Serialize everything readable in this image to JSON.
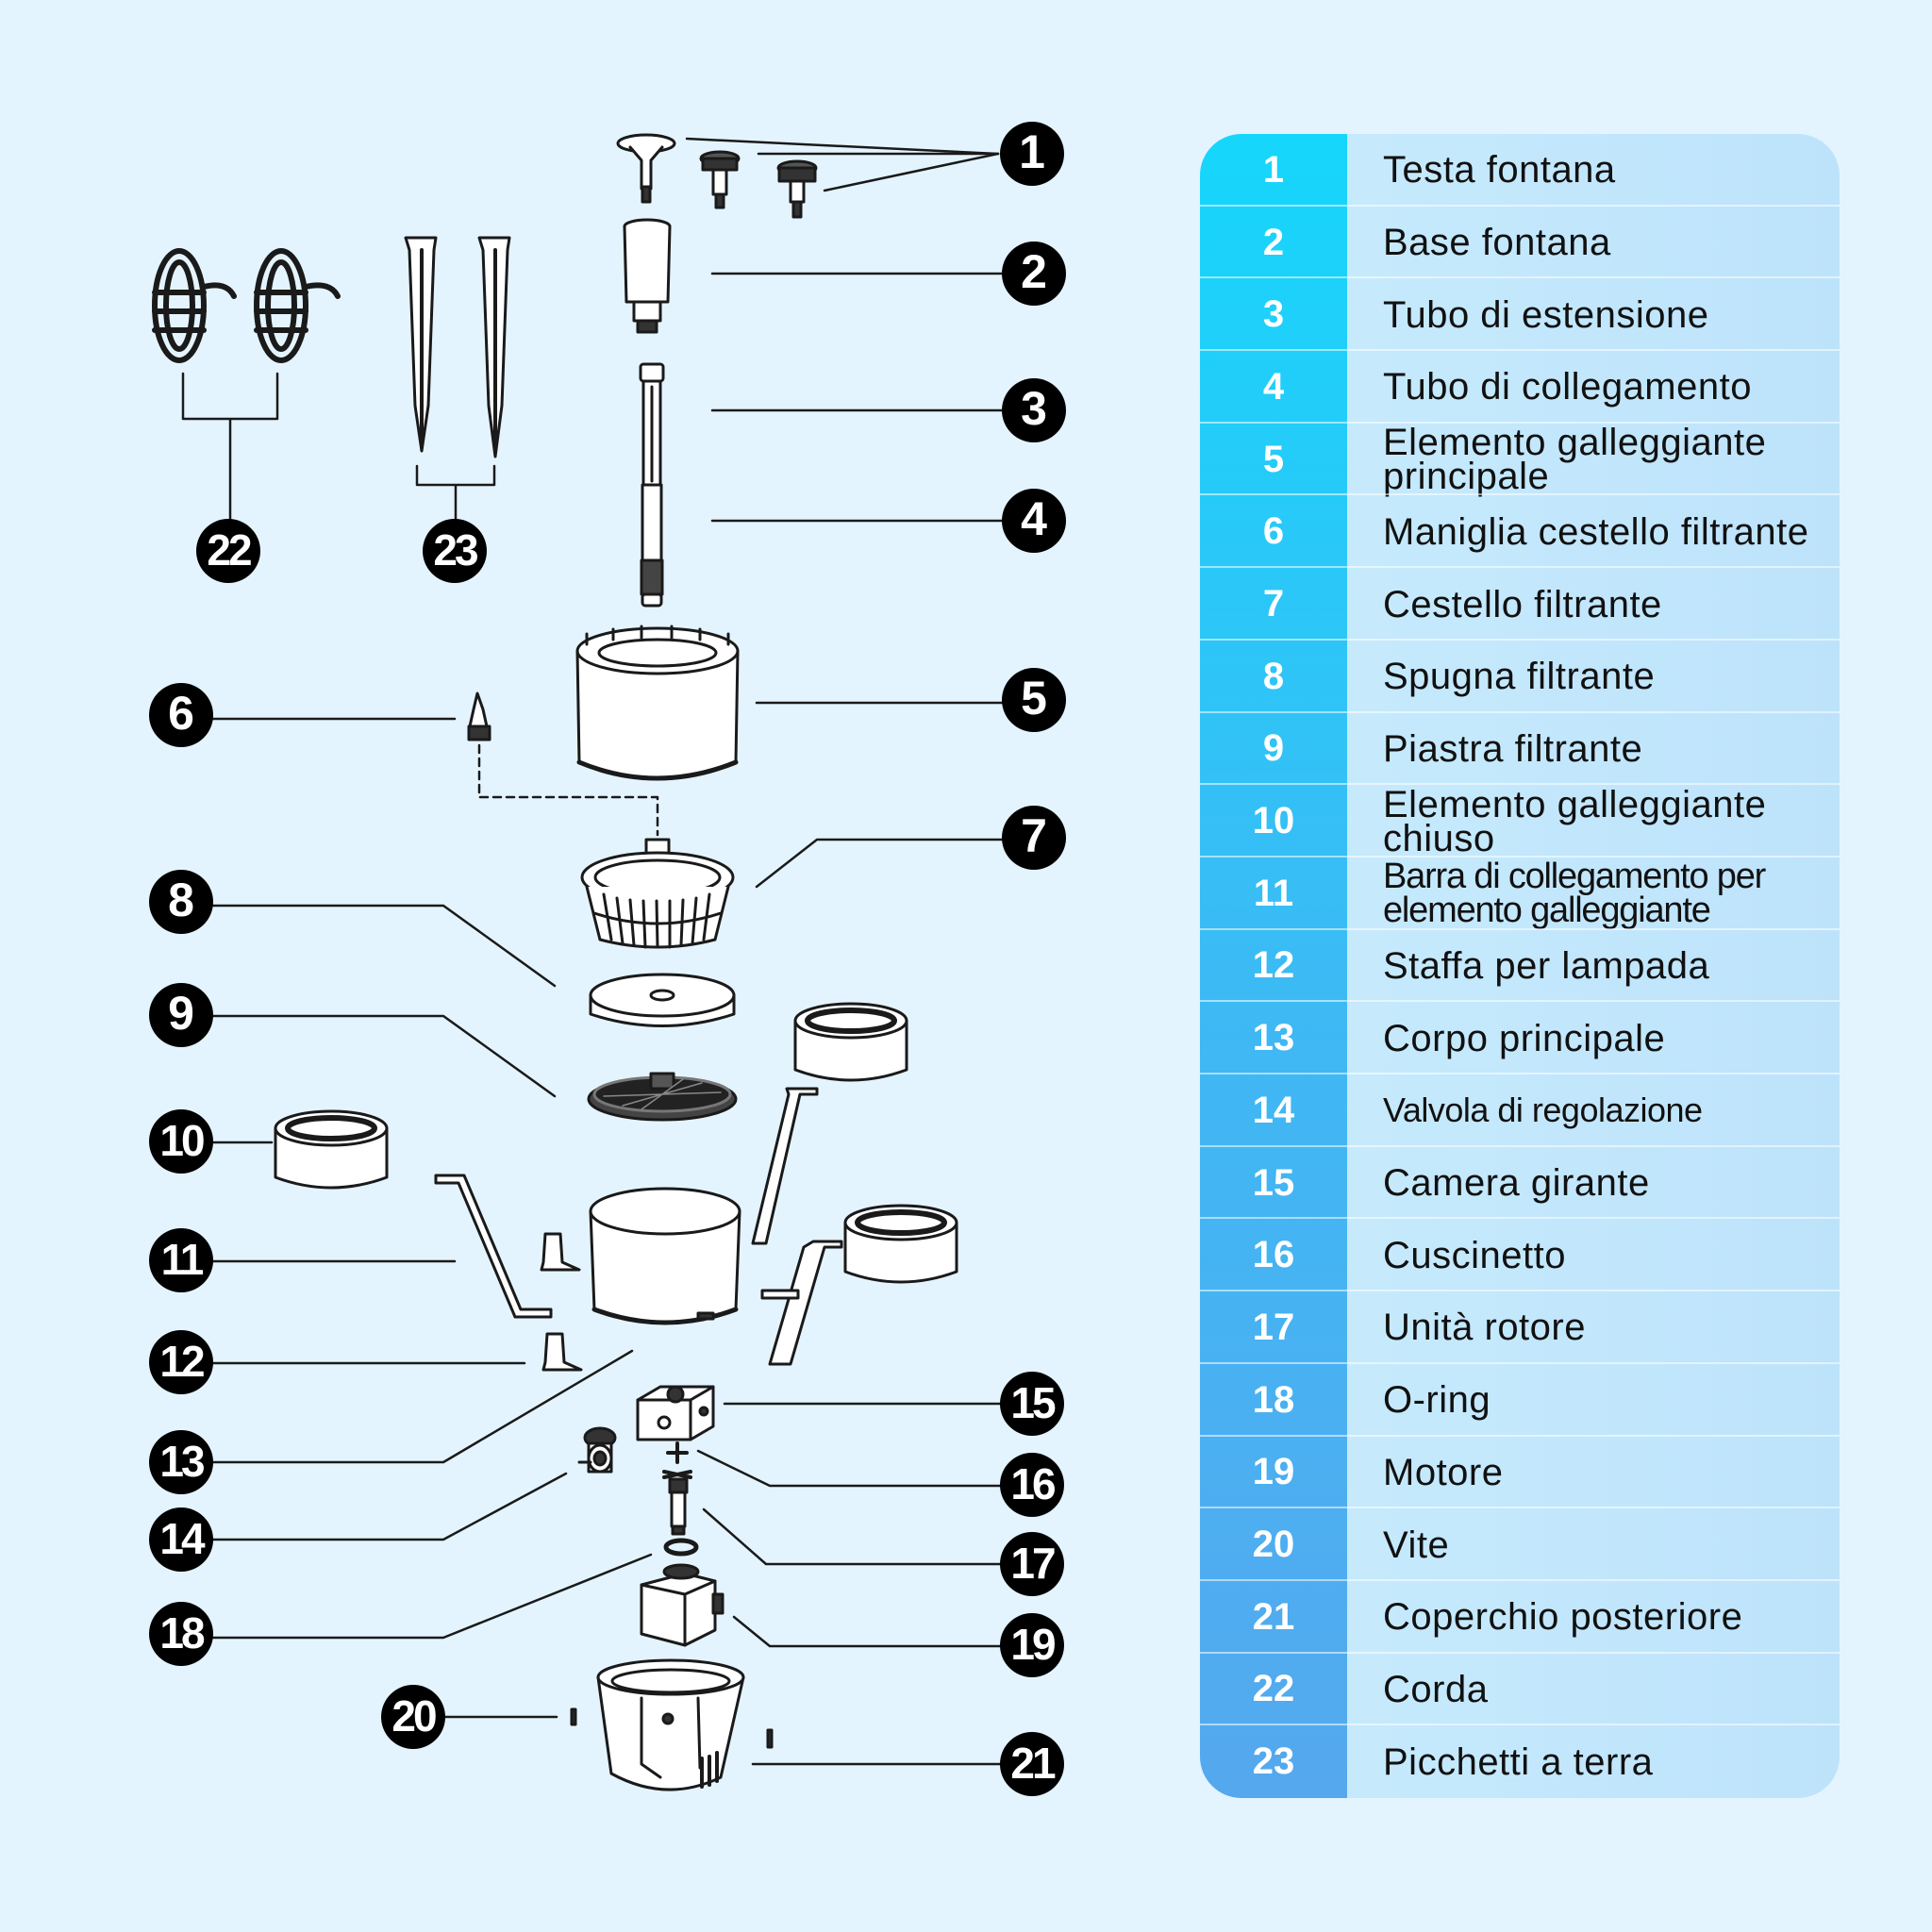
{
  "colors": {
    "background": "#e4f4fe",
    "legend_number_col_top": "#16d6fb",
    "legend_number_col_bottom": "#55a8ee",
    "legend_text_bg": "#c3e7fc",
    "callout_circle": "#000000",
    "line_art": "#222222"
  },
  "legend": {
    "items": [
      {
        "num": "1",
        "name": "Testa fontana"
      },
      {
        "num": "2",
        "name": "Base fontana"
      },
      {
        "num": "3",
        "name": "Tubo di estensione"
      },
      {
        "num": "4",
        "name": "Tubo di collegamento"
      },
      {
        "num": "5",
        "name": "Elemento galleggiante principale"
      },
      {
        "num": "6",
        "name": "Maniglia cestello filtrante"
      },
      {
        "num": "7",
        "name": "Cestello filtrante"
      },
      {
        "num": "8",
        "name": "Spugna filtrante"
      },
      {
        "num": "9",
        "name": "Piastra filtrante"
      },
      {
        "num": "10",
        "name": "Elemento galleggiante chiuso"
      },
      {
        "num": "11",
        "name": "Barra di collegamento per elemento galleggiante"
      },
      {
        "num": "12",
        "name": "Staffa per lampada"
      },
      {
        "num": "13",
        "name": "Corpo principale"
      },
      {
        "num": "14",
        "name": "Valvola di regolazione"
      },
      {
        "num": "15",
        "name": "Camera girante"
      },
      {
        "num": "16",
        "name": "Cuscinetto"
      },
      {
        "num": "17",
        "name": "Unità rotore"
      },
      {
        "num": "18",
        "name": "O-ring"
      },
      {
        "num": "19",
        "name": "Motore"
      },
      {
        "num": "20",
        "name": "Vite"
      },
      {
        "num": "21",
        "name": "Coperchio posteriore"
      },
      {
        "num": "22",
        "name": "Corda"
      },
      {
        "num": "23",
        "name": "Picchetti a terra"
      }
    ]
  },
  "callouts": [
    {
      "label": "1"
    },
    {
      "label": "2"
    },
    {
      "label": "3"
    },
    {
      "label": "4"
    },
    {
      "label": "5"
    },
    {
      "label": "6"
    },
    {
      "label": "7"
    },
    {
      "label": "8"
    },
    {
      "label": "9"
    },
    {
      "label": "10"
    },
    {
      "label": "11"
    },
    {
      "label": "12"
    },
    {
      "label": "13"
    },
    {
      "label": "14"
    },
    {
      "label": "15"
    },
    {
      "label": "16"
    },
    {
      "label": "17"
    },
    {
      "label": "18"
    },
    {
      "label": "19"
    },
    {
      "label": "20"
    },
    {
      "label": "21"
    },
    {
      "label": "22"
    },
    {
      "label": "23"
    }
  ]
}
